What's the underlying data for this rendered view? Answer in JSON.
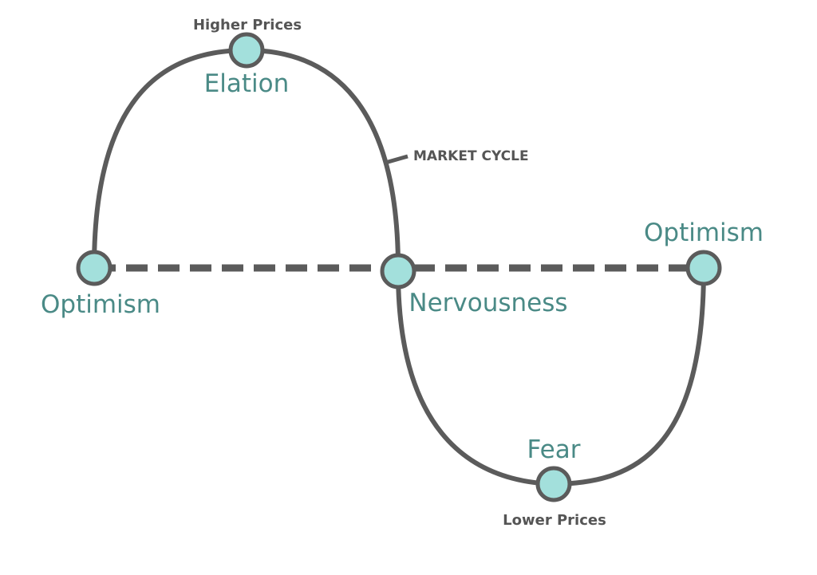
{
  "diagram": {
    "stages": {
      "optimism_start": "Optimism",
      "elation": "Elation",
      "nervousness": "Nervousness",
      "fear": "Fear",
      "optimism_end": "Optimism"
    },
    "peak_note": "Higher Prices",
    "trough_note": "Lower Prices",
    "curve_label": "MARKET CYCLE",
    "colors": {
      "curve": "#5b5b5b",
      "node_fill": "#a3e0dc",
      "stage_text": "#4a8a86",
      "note_text": "#555555"
    }
  }
}
